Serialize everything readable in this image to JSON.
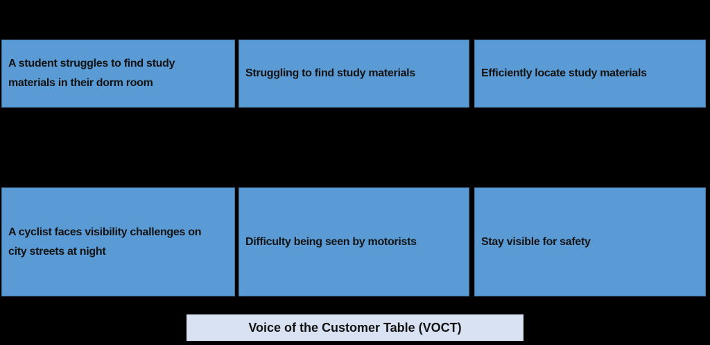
{
  "colors": {
    "background": "#000000",
    "cell_fill": "#5B9BD5",
    "cell_border": "#41719C",
    "caption_background": "#D9E2F3",
    "text": "#121212"
  },
  "table": {
    "rows": [
      {
        "cells": [
          {
            "lines": [
              "A student struggles to find study",
              "materials in their dorm room"
            ]
          },
          {
            "lines": [
              "Struggling to find study materials"
            ]
          },
          {
            "lines": [
              "Efficiently locate study materials"
            ]
          }
        ]
      },
      {
        "cells": [
          {
            "lines": [
              "A cyclist faces visibility challenges on",
              "city streets at night"
            ]
          },
          {
            "lines": [
              "Difficulty being seen by motorists"
            ]
          },
          {
            "lines": [
              "Stay visible for safety"
            ]
          }
        ]
      }
    ]
  },
  "caption": {
    "label": "Voice of the Customer Table (VOCT)"
  }
}
